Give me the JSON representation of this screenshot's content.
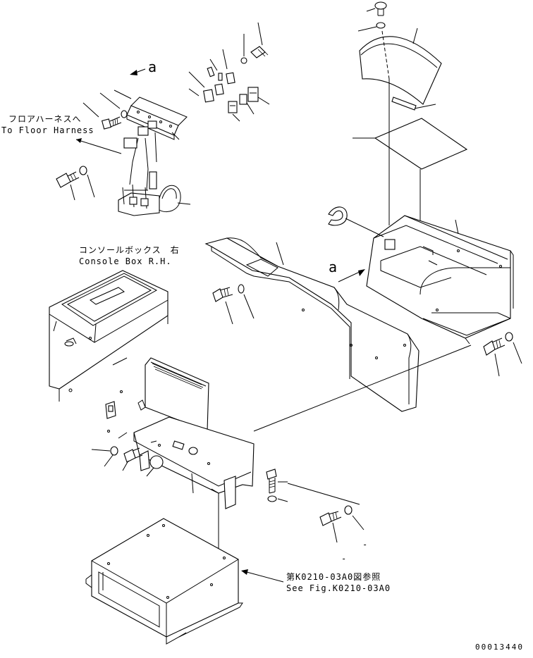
{
  "labels": {
    "floor_harness_jp": "フロアハーネスへ",
    "floor_harness_en": "To Floor Harness",
    "console_box_jp": "コンソールボックス　右",
    "console_box_en": "Console Box R.H.",
    "see_fig_jp": "第K0210-03A0図参照",
    "see_fig_en": "See Fig.K0210-03A0",
    "view_a_top": "a",
    "view_a_mid": "a",
    "dash_bottom": "-",
    "dash_bottom2": "-",
    "drawing_number": "00013440"
  }
}
